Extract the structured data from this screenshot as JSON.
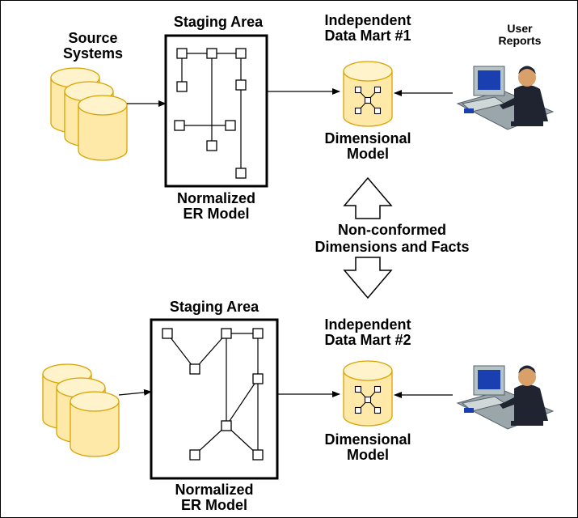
{
  "top": {
    "source_label_line1": "Source",
    "source_label_line2": "Systems",
    "staging_title": "Staging Area",
    "staging_caption_line1": "Normalized",
    "staging_caption_line2": "ER Model",
    "mart_title_line1": "Independent",
    "mart_title_line2": "Data Mart #1",
    "mart_caption_line1": "Dimensional",
    "mart_caption_line2": "Model",
    "user_label_line1": "User",
    "user_label_line2": "Reports"
  },
  "middle": {
    "label_line1": "Non-conformed",
    "label_line2": "Dimensions and Facts"
  },
  "bottom": {
    "staging_title": "Staging Area",
    "staging_caption_line1": "Normalized",
    "staging_caption_line2": "ER Model",
    "mart_title_line1": "Independent",
    "mart_title_line2": "Data Mart #2",
    "mart_caption_line1": "Dimensional",
    "mart_caption_line2": "Model"
  },
  "colors": {
    "cylinder_fill": "#FFE9A8",
    "cylinder_stroke": "#D9A300",
    "arrow": "#000000",
    "monitor": "#B7C4C7",
    "screen": "#1A3FB0",
    "person_suit": "#1F2430",
    "person_skin": "#D9A06A",
    "desk": "#9AA6AA"
  },
  "icons": {
    "source_db": "cylinder-stack-icon",
    "mart_db": "star-schema-cylinder-icon",
    "user": "person-at-computer-icon"
  }
}
